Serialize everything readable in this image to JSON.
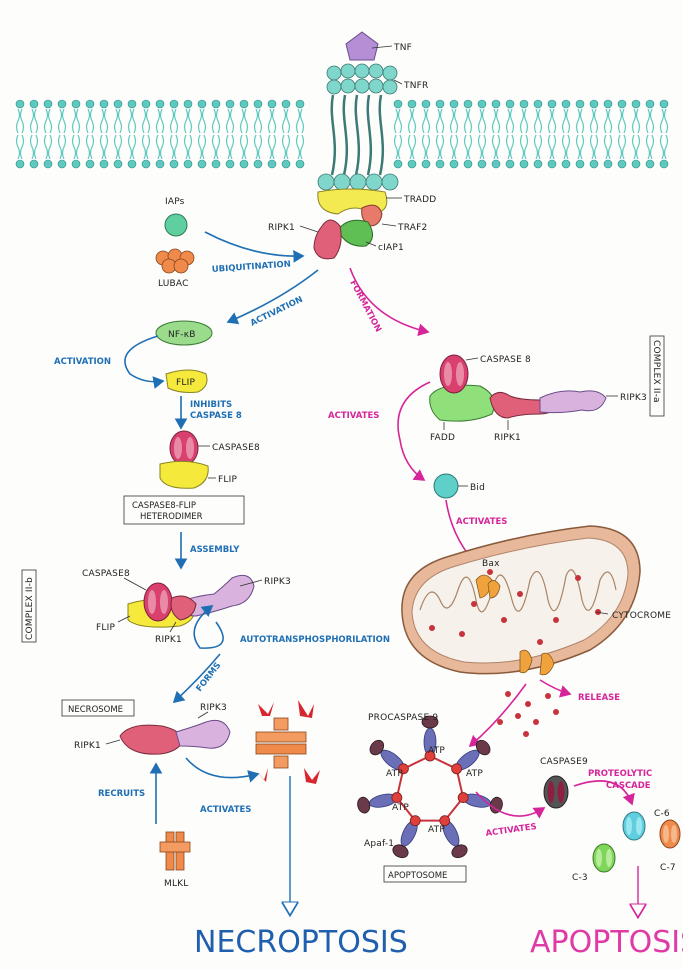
{
  "labels": {
    "tnf": "TNF",
    "tnfr": "TNFR",
    "tradd": "TRADD",
    "traf2": "TRAF2",
    "ripk1_top": "RIPK1",
    "ciap1": "cIAP1",
    "iaps": "IAPs",
    "lubac": "LUBAC",
    "nfkb": "NF-κB",
    "flip_small": "FLIP",
    "caspase8_mid": "CASPASE8",
    "flip_mid": "FLIP",
    "heterodimer_line1": "CASPASE8-FLIP",
    "heterodimer_line2": "HETERODIMER",
    "caspase8_iib": "CASPASE8",
    "ripk3_iib": "RIPK3",
    "flip_iib": "FLIP",
    "ripk1_iib": "RIPK1",
    "complex_iib": "COMPLEX II-b",
    "necrosome": "NECROSOME",
    "ripk3_nec": "RIPK3",
    "ripk1_nec": "RIPK1",
    "mlkl": "MLKL",
    "caspase8_iia": "CASPASE 8",
    "ripk3_iia": "RIPK3",
    "fadd": "FADD",
    "ripk1_iia": "RIPK1",
    "complex_iia": "COMPLEX II-a",
    "bid": "Bid",
    "bax": "Bax",
    "cytocrome": "CYTOCROME",
    "procaspase9": "PROCASPASE 9",
    "atp": "ATP",
    "apaf1": "Apaf-1",
    "apoptosome": "APOPTOSOME",
    "caspase9": "CASPASE9",
    "c6": "C-6",
    "c7": "C-7",
    "c3": "C-3"
  },
  "arrows": {
    "ubiquitination": "UBIQUITINATION",
    "activation_top": "ACTIVATION",
    "formation": "FORMATION",
    "activation_left": "ACTIVATION",
    "inhibits_1": "INHIBITS",
    "inhibits_2": "CASPASE 8",
    "assembly": "ASSEMBLY",
    "autotransphosphorilation": "AUTOTRANSPHOSPHORILATION",
    "forms": "FORMS",
    "recruits": "RECRUITS",
    "activates_nec": "ACTIVATES",
    "activates_iia": "ACTIVATES",
    "activates_bid": "ACTIVATES",
    "release": "RELEASE",
    "proteolytic_1": "PROTEOLYTIC",
    "proteolytic_2": "CASCADE",
    "activates_apo": "ACTIVATES"
  },
  "outcomes": {
    "necroptosis": "NECROPTOSIS",
    "apoptosis": "APOPTOSIS"
  },
  "colors": {
    "membrane": "#5ec9bf",
    "blue_arrow": "#1f6fb5",
    "pink_arrow": "#d6259b",
    "caspase": "#d9406d",
    "ripk1": "#e0607a",
    "ripk3": "#d9b3dd",
    "flip": "#f5ea3c",
    "fadd": "#8fe07a",
    "mito_outer": "#b8866a",
    "cytochrome": "#c8323c"
  }
}
